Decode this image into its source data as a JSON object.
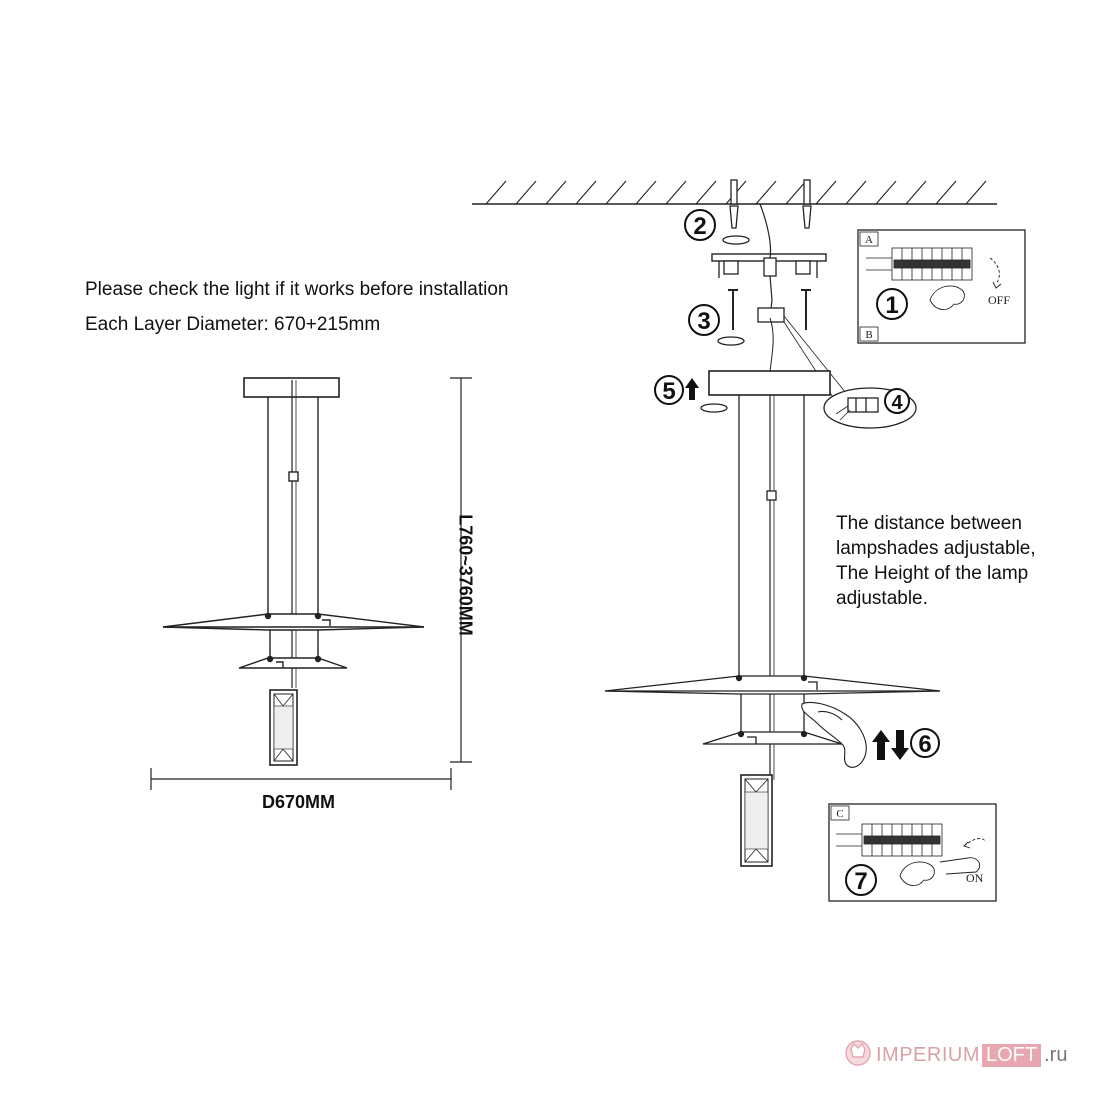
{
  "notes": {
    "check": "Please check the light if it works before installation",
    "layer": "Each Layer Diameter: 670+215mm",
    "adjust": [
      "The distance between",
      "lampshades adjustable,",
      "The Height of the lamp",
      "adjustable."
    ]
  },
  "dimensions": {
    "width": "D670MM",
    "length": "L760~3760MM"
  },
  "steps": [
    "1",
    "2",
    "3",
    "4",
    "5",
    "6",
    "7"
  ],
  "panels": {
    "a": {
      "letter": "A",
      "state": "OFF"
    },
    "b": {
      "letter": "B"
    },
    "c": {
      "letter": "C",
      "state": "ON"
    }
  },
  "brand": {
    "name": "IMPERIUM",
    "highlight": "LOFT",
    "tld": ".ru"
  },
  "icons": [
    "arrow-up-icon",
    "arrow-up-down-icon",
    "rotate-icon",
    "hand-icon",
    "breaker-switch-icon"
  ]
}
